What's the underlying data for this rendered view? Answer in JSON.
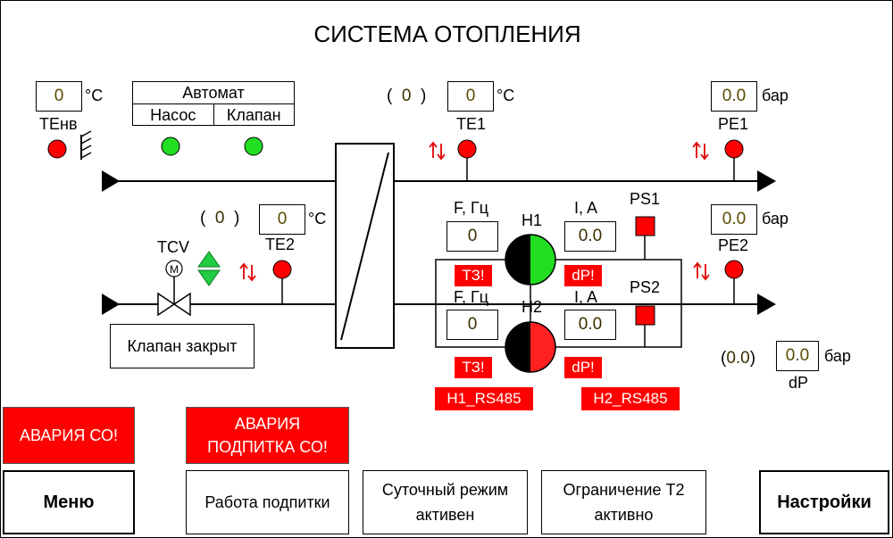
{
  "title": "СИСТЕМА ОТОПЛЕНИЯ",
  "colors": {
    "alarm_red": "#ff0000",
    "ok_green": "#22dd22",
    "pipe": "#000000"
  },
  "outdoor": {
    "value": "0",
    "unit": "°C",
    "label": "ТЕнв"
  },
  "auto_panel": {
    "title": "Автомат",
    "pump": "Насос",
    "valve": "Клапан"
  },
  "te1": {
    "setpoint": "0",
    "value": "0",
    "unit": "°C",
    "label": "TE1",
    "paren_open": "(",
    "paren_close": ")"
  },
  "pe1": {
    "value": "0.0",
    "unit": "бар",
    "label": "PE1"
  },
  "te2": {
    "setpoint": "0",
    "value": "0",
    "unit": "°C",
    "label": "TE2",
    "paren_open": "(",
    "paren_close": ")"
  },
  "tcv": {
    "label": "TCV",
    "motor_symbol": "M",
    "status": "Клапан закрыт"
  },
  "pe2": {
    "value": "0.0",
    "unit": "бар",
    "label": "PE2"
  },
  "h1": {
    "label": "H1",
    "freq_label": "F, Гц",
    "freq": "0",
    "current_label": "I, A",
    "current": "0.0",
    "tz": "ТЗ!",
    "dp": "dP!"
  },
  "h2": {
    "label": "H2",
    "freq_label": "F, Гц",
    "freq": "0",
    "current_label": "I, A",
    "current": "0.0",
    "tz": "ТЗ!",
    "dp": "dP!"
  },
  "ps1": {
    "label": "PS1"
  },
  "ps2": {
    "label": "PS2"
  },
  "dp": {
    "setpoint": "0.0",
    "value": "0.0",
    "unit": "бар",
    "label": "dP",
    "paren_open": "(",
    "paren_close": ")"
  },
  "rs485": {
    "h1": "H1_RS485",
    "h2": "H2_RS485"
  },
  "alarms": {
    "co": "АВАРИЯ СО!",
    "makeup": "АВАРИЯ ПОДПИТКА СО!"
  },
  "buttons": {
    "menu": "Меню",
    "makeup": "Работа подпитки",
    "daily": "Суточный режим активен",
    "t2limit": "Ограничение Т2 активно",
    "settings": "Настройки"
  }
}
